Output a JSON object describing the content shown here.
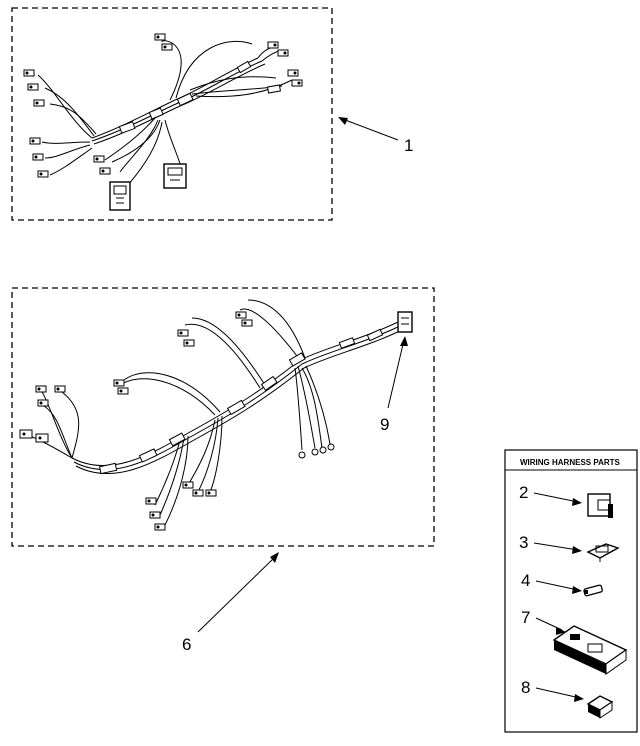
{
  "callouts": {
    "harness_1": "1",
    "harness_6": "6",
    "connector_9": "9"
  },
  "legend": {
    "title": "WIRING HARNESS PARTS",
    "items": [
      {
        "number": "2",
        "icon": "connector-housing-icon"
      },
      {
        "number": "3",
        "icon": "connector-clip-icon"
      },
      {
        "number": "4",
        "icon": "fuse-link-icon"
      },
      {
        "number": "7",
        "icon": "terminal-block-icon"
      },
      {
        "number": "8",
        "icon": "small-connector-icon"
      }
    ]
  }
}
